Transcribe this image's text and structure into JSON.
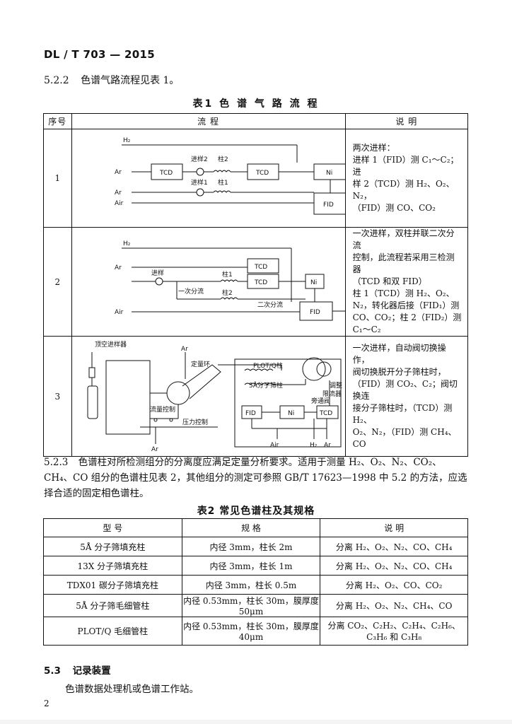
{
  "header": {
    "std": "DL / T 703 — 2015"
  },
  "s522": {
    "num": "5.2.2",
    "text": "色谱气路流程见表 1。"
  },
  "table1": {
    "caption": "表1  色 谱 气 路 流 程",
    "headers": [
      "序号",
      "流 程",
      "说 明"
    ],
    "rows": [
      {
        "num": "1",
        "desc": [
          "两次进样：",
          "进样 1（FID）测 C₁～C₂；进",
          "样 2（TCD）测 H₂、O₂、N₂，",
          "（FID）测 CO、CO₂"
        ]
      },
      {
        "num": "2",
        "desc": [
          "一次进样，双柱并联二次分流",
          "控制，此流程若采用三检测器",
          "（TCD 和双 FID）",
          "柱 1（TCD）测 H₂、O₂、",
          "N₂，转化器后接（FID₁）测",
          "CO、CO₂；柱 2（FID₂）测",
          "C₁～C₂"
        ]
      },
      {
        "num": "3",
        "desc": [
          "一次进样，自动阀切换操作，",
          "阀切换脱开分子筛柱时，",
          "（FID）测 CO₂、C₂；阀切换连",
          "接分子筛柱时，（TCD）测 H₂、",
          "O₂、N₂，（FID）测 CH₄、CO"
        ]
      }
    ]
  },
  "diagram1": {
    "h2": "H₂",
    "ar": "Ar",
    "ar2": "Ar",
    "air": "Air",
    "tcd1": "TCD",
    "tcd2": "TCD",
    "ni": "Ni",
    "fid": "FID",
    "inj2": "进样2",
    "inj1": "进样1",
    "col2": "柱2",
    "col1": "柱1"
  },
  "diagram2": {
    "h2": "H₂",
    "ar": "Ar",
    "air": "Air",
    "inj": "进样",
    "tcd1": "TCD",
    "tcd2": "TCD",
    "ni": "Ni",
    "fid": "FID",
    "col1": "柱1",
    "col2": "柱2",
    "split1": "一次分流",
    "split2": "二次分流"
  },
  "diagram3": {
    "headspace": "顶空进样器",
    "ar_top": "Ar",
    "loop": "定量环",
    "plot": "PLOT/Q柱",
    "mol": "5Å分子筛柱",
    "adjust1": "调整",
    "adjust2": "限流器",
    "bypass": "旁通阀",
    "flow": "流量控制",
    "pressure": "压力控制",
    "fid": "FID",
    "ni": "Ni",
    "tcd": "TCD",
    "ar_left": "Ar",
    "air": "Air",
    "h2": "H₂",
    "ar_right": "Ar"
  },
  "s523": {
    "num": "5.2.3",
    "text": "色谱柱对所检测组分的分离度应满足定量分析要求。适用于测量 H₂、O₂、N₂、CO₂、CH₄、CO 组分的色谱柱见表 2，其他组分的测定可参照 GB/T 17623—1998 中 5.2 的方法，应选择合适的固定相色谱柱。"
  },
  "table2": {
    "caption": "表2  常见色谱柱及其规格",
    "headers": [
      "型    号",
      "规    格",
      "说    明"
    ],
    "rows": [
      [
        "5Å 分子筛填充柱",
        "内径 3mm，柱长 2m",
        "分离 H₂、O₂、N₂、CO、CH₄"
      ],
      [
        "13X 分子筛填充柱",
        "内径 3mm，柱长 1m",
        "分离 H₂、O₂、N₂、CO、CH₄"
      ],
      [
        "TDX01 碳分子筛填充柱",
        "内径 3mm，柱长 0.5m",
        "分离 H₂、O₂、CO、CO₂"
      ],
      [
        "5Å 分子筛毛细管柱",
        "内径 0.53mm，柱长 30m，膜厚度 50μm",
        "分离 H₂、O₂、N₂、CH₄、CO"
      ],
      [
        "PLOT/Q 毛细管柱",
        "内径 0.53mm，柱长 30m，膜厚度 40μm",
        "分离 CO₂、C₂H₂、C₂H₄、C₂H₆、C₃H₆ 和 C₃H₈"
      ]
    ]
  },
  "s53": {
    "num": "5.3",
    "title": "记录装置",
    "text": "色谱数据处理机或色谱工作站。"
  },
  "page": "2"
}
